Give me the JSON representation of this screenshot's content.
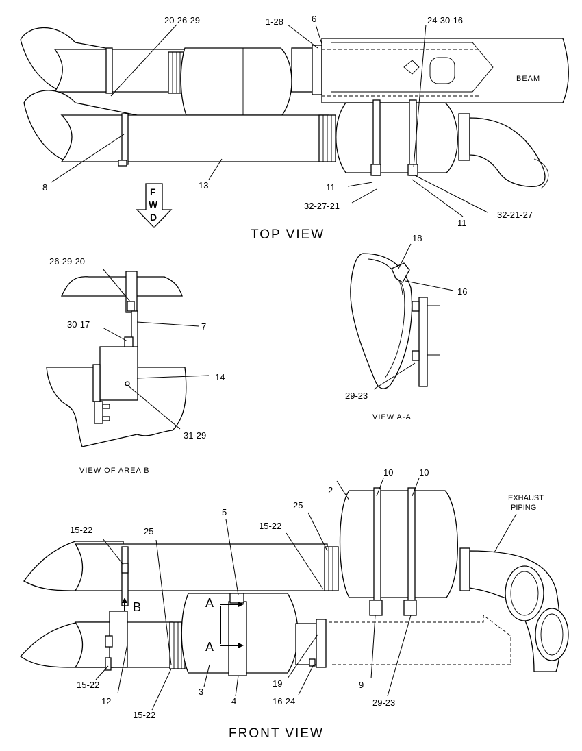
{
  "views": {
    "top": "TOP VIEW",
    "front": "FRONT VIEW",
    "area_b": "VIEW OF AREA B",
    "aa": "VIEW A-A"
  },
  "labels": {
    "beam": "BEAM",
    "exhaust_1": "EXHAUST",
    "exhaust_2": "PIPING",
    "fwd": [
      "F",
      "W",
      "D"
    ],
    "b_marker": "B",
    "a_marker_top": "A",
    "a_marker_bottom": "A"
  },
  "callouts": {
    "top": [
      "20-26-29",
      "1-28",
      "6",
      "24-30-16",
      "8",
      "13",
      "11",
      "32-27-21",
      "11",
      "32-21-27"
    ],
    "area_b": [
      "26-29-20",
      "7",
      "30-17",
      "14",
      "31-29"
    ],
    "aa": [
      "18",
      "16",
      "29-23"
    ],
    "front": [
      "2",
      "10",
      "10",
      "25",
      "15-22",
      "15-22",
      "25",
      "5",
      "12",
      "15-22",
      "3",
      "4",
      "19",
      "16-24",
      "9",
      "29-23",
      "15-22"
    ]
  },
  "colors": {
    "ink": "#000000",
    "paper": "#ffffff"
  }
}
